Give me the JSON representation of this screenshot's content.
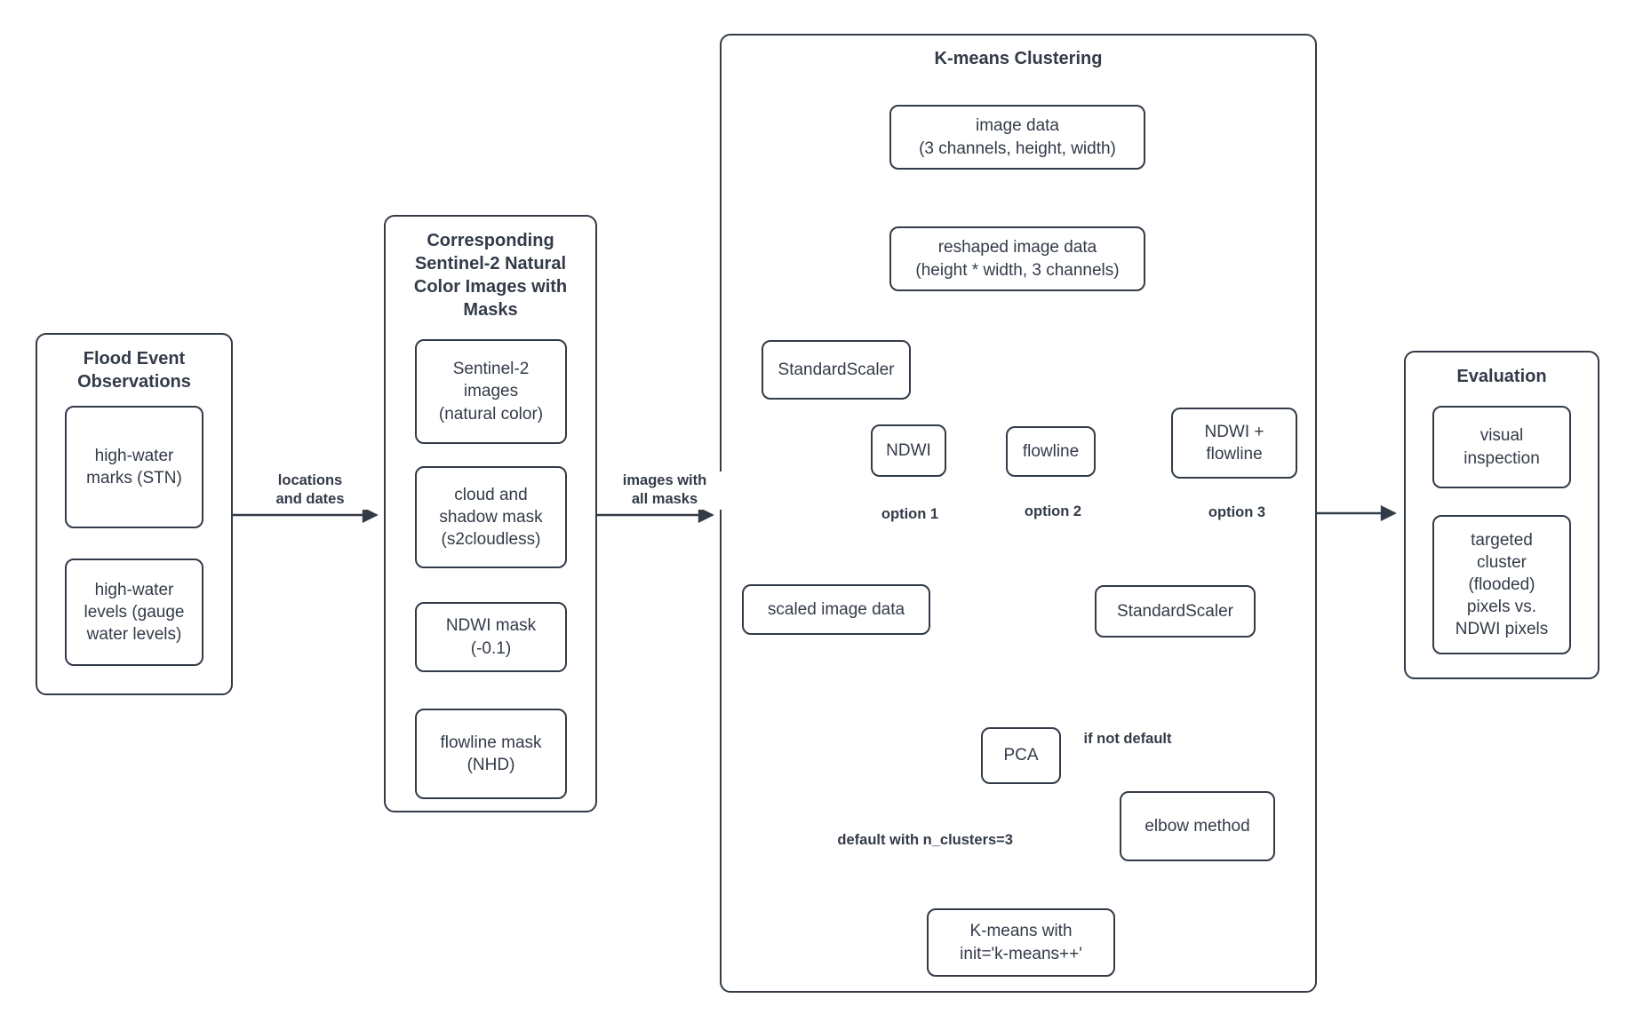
{
  "colors": {
    "ink": "#333b48",
    "background": "#ffffff"
  },
  "groups": {
    "flood": {
      "title": "Flood Event\nObservations"
    },
    "sentinel": {
      "title": "Corresponding\nSentinel-2 Natural\nColor Images with\nMasks"
    },
    "kmeans": {
      "title": "K-means Clustering"
    },
    "evaluation": {
      "title": "Evaluation"
    }
  },
  "nodes": {
    "hw_marks": "high-water\nmarks (STN)",
    "hw_levels": "high-water\nlevels (gauge\nwater levels)",
    "s2_images": "Sentinel-2\nimages\n(natural color)",
    "cloud_mask": "cloud and\nshadow mask\n(s2cloudless)",
    "ndwi_mask": "NDWI mask\n(-0.1)",
    "flowline_mask": "flowline mask\n(NHD)",
    "image_data": "image data\n(3 channels, height, width)",
    "reshaped": "reshaped image data\n(height * width, 3 channels)",
    "scaler1": "StandardScaler",
    "ndwi": "NDWI",
    "flowline": "flowline",
    "ndwi_flowline": "NDWI +\nflowline",
    "scaled": "scaled image data",
    "scaler2": "StandardScaler",
    "pca": "PCA",
    "elbow": "elbow method",
    "kmeans_init": "K-means with\ninit='k-means++'",
    "visual": "visual\ninspection",
    "targeted": "targeted\ncluster\n(flooded)\npixels vs.\nNDWI pixels"
  },
  "edge_labels": {
    "locations_dates": "locations\nand dates",
    "images_masks": "images with\nall masks",
    "option1": "option 1",
    "option2": "option 2",
    "option3": "option 3",
    "if_not_default": "if not default",
    "default_n_clusters": "default with n_clusters=3"
  }
}
